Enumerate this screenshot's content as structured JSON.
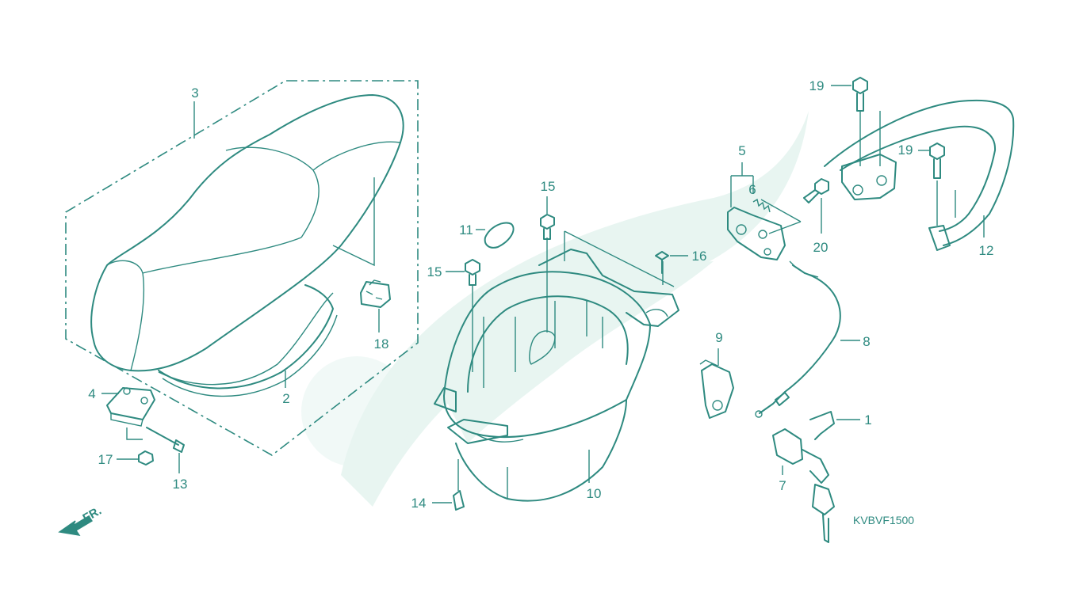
{
  "diagram": {
    "code": "KVBVF1500",
    "direction_label": "FR.",
    "colors": {
      "line": "#2e8a80",
      "watermark": "#e8f5f1",
      "background": "#ffffff"
    },
    "callouts": [
      "1",
      "2",
      "3",
      "4",
      "5",
      "6",
      "7",
      "8",
      "9",
      "10",
      "11",
      "12",
      "13",
      "14",
      "15",
      "15",
      "16",
      "17",
      "18",
      "19",
      "19",
      "20"
    ]
  }
}
